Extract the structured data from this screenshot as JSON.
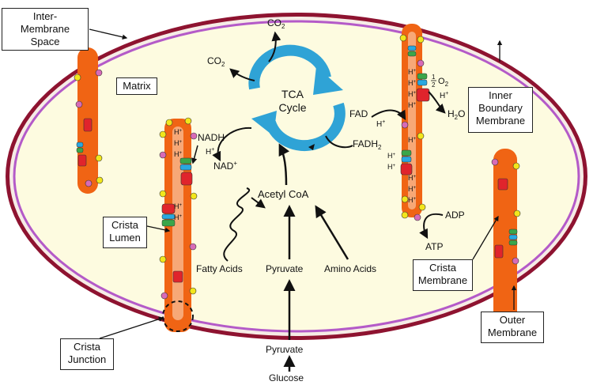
{
  "labels": {
    "intermembrane_space": [
      "Inter-",
      "Membrane",
      "Space"
    ],
    "matrix": "Matrix",
    "inner_boundary_membrane": [
      "Inner",
      "Boundary",
      "Membrane"
    ],
    "crista_lumen": [
      "Crista",
      "Lumen"
    ],
    "crista_membrane": [
      "Crista",
      "Membrane"
    ],
    "outer_membrane": [
      "Outer",
      "Membrane"
    ],
    "crista_junction": [
      "Crista",
      "Junction"
    ]
  },
  "tca": {
    "line1": "TCA",
    "line2": "Cycle"
  },
  "chem": {
    "co2": "CO",
    "co2_sub": "2",
    "nadh": "NADH",
    "nad": "NAD",
    "nad_sup": "+",
    "fad": "FAD",
    "fadh": "FADH",
    "fadh_sub": "2",
    "h": "H",
    "h_sup": "+",
    "o2_num": "1",
    "o2_den": "2",
    "o2": "O",
    "o2_sub": "2",
    "h2o_a": "H",
    "h2o_sub": "2",
    "h2o_b": "O",
    "acetyl_coa": "Acetyl CoA",
    "fatty_acids": "Fatty Acids",
    "pyruvate": "Pyruvate",
    "amino_acids": "Amino Acids",
    "pyruvate_outside": "Pyruvate",
    "glucose": "Glucose",
    "adp": "ADP",
    "atp": "ATP"
  },
  "colors": {
    "outer_membrane": "#8e1330",
    "inner_membrane": "#b45ac8",
    "matrix": "#fdfbe0",
    "crista": "#f06414",
    "crista_lumen": "#f7a877",
    "tca_arrow": "#2fa3d6",
    "complex_red": "#e0242c",
    "complex_green": "#3aa64a",
    "complex_blue": "#29a8e0",
    "pink": "#d76bb7",
    "yellow": "#f2e61c"
  }
}
